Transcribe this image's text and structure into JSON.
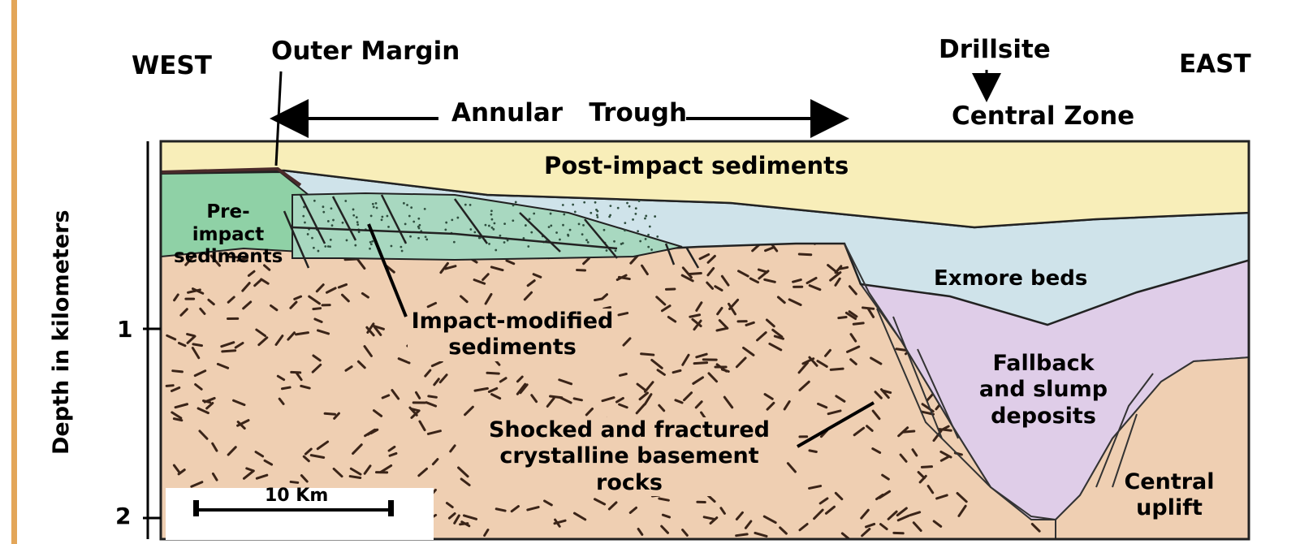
{
  "figure": {
    "y_axis_label": "Depth in kilometers",
    "y_ticks": [
      "1",
      "2"
    ],
    "direction_west": "WEST",
    "direction_east": "EAST",
    "outer_margin": "Outer Margin",
    "annular_trough": "Annular   Trough",
    "drillsite": "Drillsite",
    "central_zone": "Central Zone",
    "scale_bar": "10 Km"
  },
  "units": {
    "post_impact": "Post-impact sediments",
    "pre_impact_line1": "Pre-impact",
    "pre_impact_line2": "sediments",
    "impact_modified_line1": "Impact-modified",
    "impact_modified_line2": "sediments",
    "exmore": "Exmore beds",
    "fallback_line1": "Fallback",
    "fallback_line2": "and slump",
    "fallback_line3": "deposits",
    "basement_line1": "Shocked and fractured",
    "basement_line2": "crystalline basement rocks",
    "central_uplift_line1": "Central",
    "central_uplift_line2": "uplift"
  },
  "colors": {
    "post_impact": "#f8eeb9",
    "exmore": "#cfe3ea",
    "fallback": "#dfcde8",
    "pre_impact": "#8fd1a6",
    "impact_modified": "#a8d8c0",
    "basement": "#efcfb2",
    "accent_bar": "#e3a659"
  }
}
